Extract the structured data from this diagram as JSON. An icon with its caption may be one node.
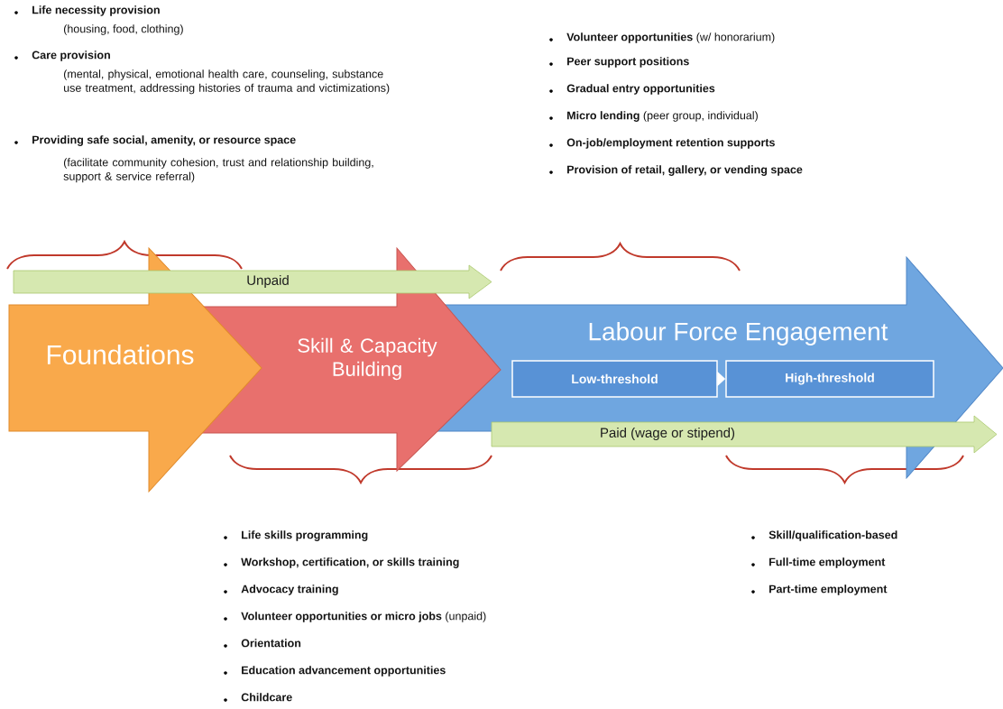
{
  "diagram": {
    "nodes": [
      {
        "text": [
          "Foundations"
        ]
      },
      {
        "text": [
          "Skill & Capacity Building"
        ]
      },
      {
        "text": [
          "Labour Force Engagement"
        ]
      },
      {
        "text": [
          "Low-threshold"
        ],
        "in": 2
      },
      {
        "text": [
          "High-threshold"
        ],
        "in": 2
      },
      {
        "text": [
          "Unpaid"
        ]
      },
      {
        "text": [
          "Paid (wage or stipend)"
        ]
      }
    ],
    "edges": [
      {
        "from": 3,
        "to": 4,
        "arrow": "to"
      }
    ],
    "labels": [
      "Life necessity provision",
      "(housing, food, clothing)",
      "Care provision",
      "(mental, physical, emotional health care, counseling, substance use treatment, addressing histories of trauma and victimizations)",
      "Providing safe social, amenity, or resource space",
      "(facilitate community cohesion, trust and relationship building, support & service referral)",
      "**Volunteer opportunities** (w/ honorarium)",
      "Peer support positions",
      "Gradual entry opportunities",
      "**Micro lending** (peer group, individual)",
      "On-job/employment retention supports",
      "Provision of retail, gallery, or vending space",
      "Life skills programming",
      "Workshop, certification, or skills training",
      "Advocacy training",
      "**Volunteer opportunities or micro jobs** (unpaid)",
      "Orientation",
      "Education advancement opportunities",
      "Childcare",
      "Skill/qualification-based",
      "Full-time employment",
      "Part-time employment"
    ]
  }
}
